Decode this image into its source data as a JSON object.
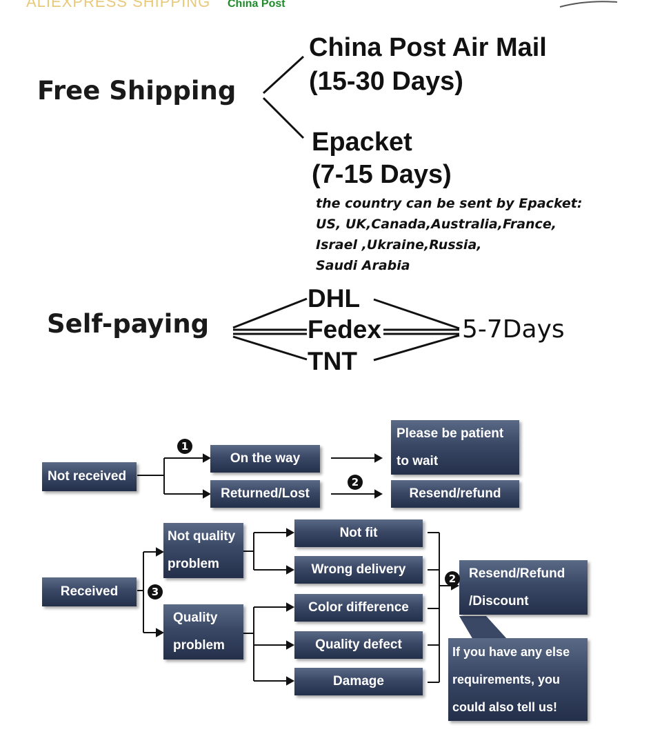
{
  "header": {
    "watermark": "ALIEXPRESS SHIPPING",
    "china_post_label": "China Post"
  },
  "shipping": {
    "free_label": "Free Shipping",
    "airmail_line1": "China Post Air Mail",
    "airmail_line2": "(15-30 Days)",
    "epacket_line1": "Epacket",
    "epacket_line2": "(7-15 Days)",
    "epacket_note": [
      "the country can be sent by Epacket:",
      "US, UK,Canada,Australia,France,",
      "Israel ,Ukraine,Russia,",
      "Saudi Arabia"
    ],
    "self_paying_label": "Self-paying",
    "carriers": [
      "DHL",
      "Fedex",
      "TNT"
    ],
    "express_time": "5-7Days"
  },
  "flowchart": {
    "not_received": "Not received",
    "on_the_way": "On the way",
    "returned_lost": "Returned/Lost",
    "patient_line1": "Please be patient",
    "patient_line2": "to wait",
    "resend_refund": "Resend/refund",
    "received": "Received",
    "not_quality_line1": "Not quality",
    "not_quality_line2": "problem",
    "quality_line1": "Quality",
    "quality_line2": "problem",
    "not_fit": "Not fit",
    "wrong_delivery": "Wrong delivery",
    "color_difference": "Color difference",
    "quality_defect": "Quality defect",
    "damage": "Damage",
    "resend_discount_line1": "Resend/Refund",
    "resend_discount_line2": "/Discount",
    "requirements": [
      "If you have any else",
      "requirements, you",
      "could also tell us!"
    ],
    "badges": [
      "1",
      "2",
      "2",
      "3"
    ]
  },
  "colors": {
    "box_top": "#5a6a86",
    "box_bottom": "#24304a",
    "watermark": "#e8c97a",
    "china_post_label": "#1f8a2a"
  }
}
